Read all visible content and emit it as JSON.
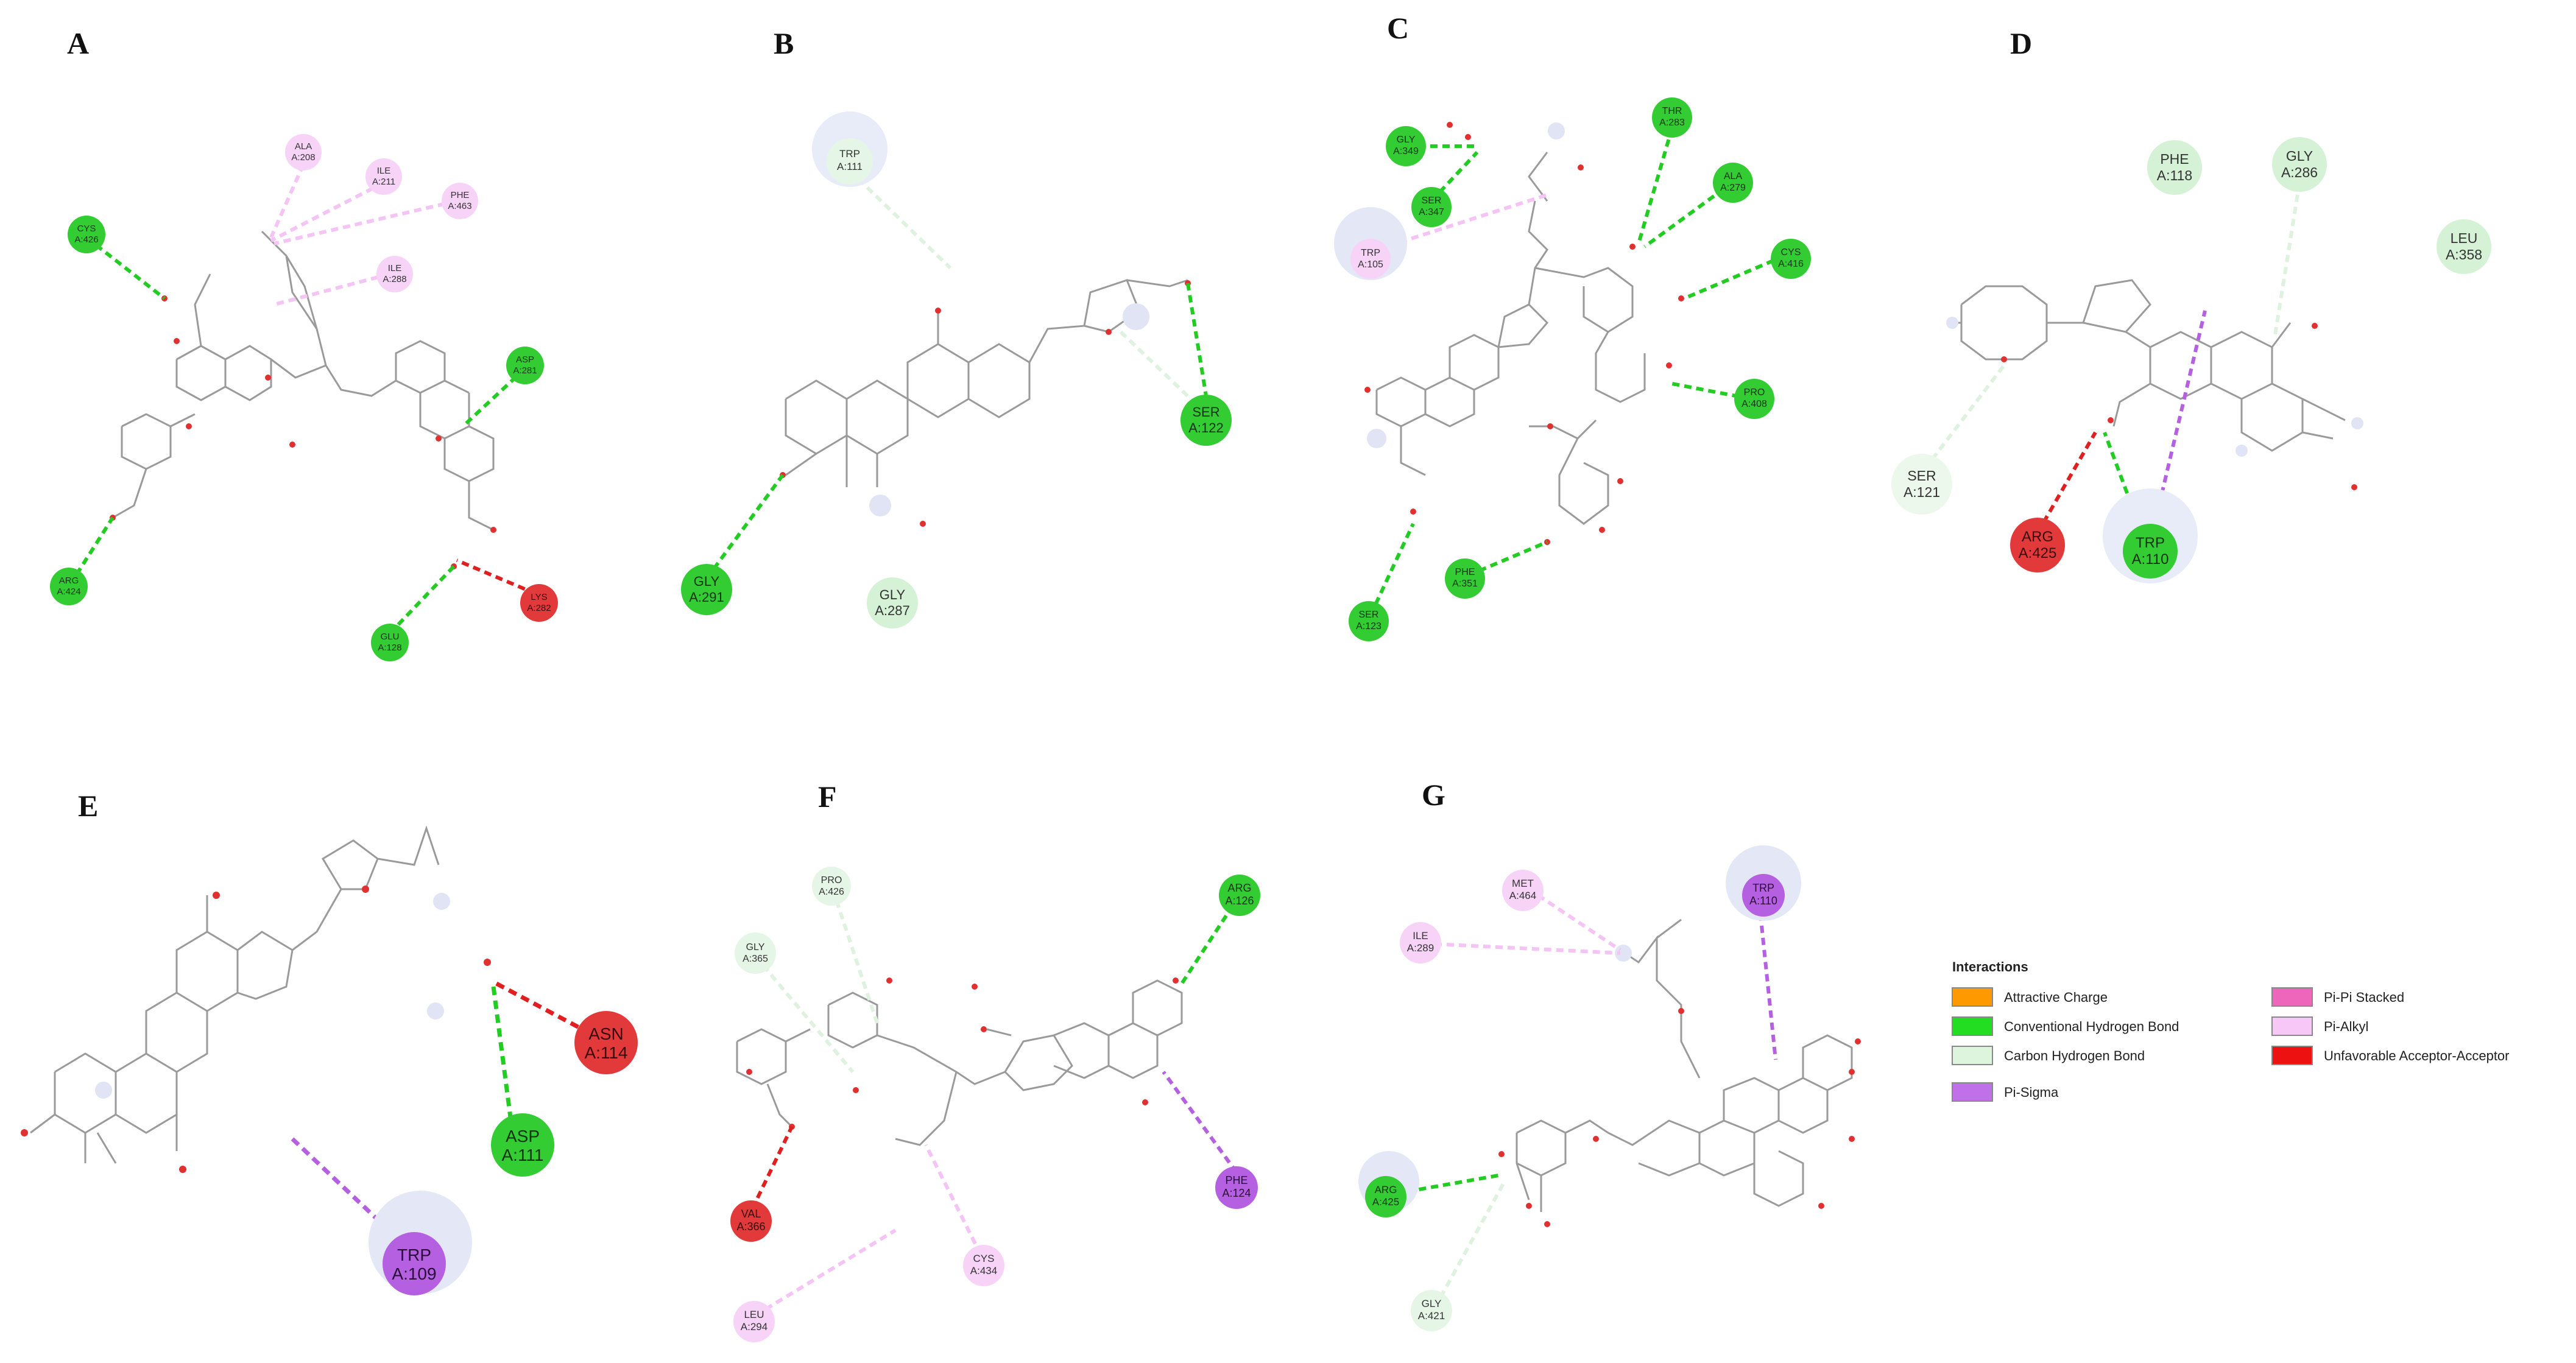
{
  "colors": {
    "conventional_hbond": "#22cc22",
    "carbon_hbond": "#d8f2d8",
    "pi_sigma": "#b460e0",
    "pi_alkyl": "#f4c4f4",
    "unfavorable": "#e02020",
    "attractive_charge": "#ff9900",
    "pi_pi_stacked": "#ee66bb",
    "bond_line": "#9a9a9a",
    "oxygen": "#e03030",
    "solvent_halo": "#dfe6f6"
  },
  "legend": {
    "title": "Interactions",
    "items": [
      {
        "label": "Attractive Charge",
        "color": "#ff9900"
      },
      {
        "label": "Conventional Hydrogen Bond",
        "color": "#22dd22"
      },
      {
        "label": "Carbon Hydrogen Bond",
        "color": "#dcf5dc"
      },
      {
        "label": "Pi-Sigma",
        "color": "#c070e8"
      },
      {
        "label": "Pi-Pi Stacked",
        "color": "#ee66bb"
      },
      {
        "label": "Pi-Alkyl",
        "color": "#f7c8f7"
      },
      {
        "label": "Unfavorable Acceptor-Acceptor",
        "color": "#ee1111"
      }
    ]
  },
  "panels": [
    {
      "id": "A",
      "label": "A",
      "residues": [
        {
          "line1": "ALA",
          "line2": "A:208",
          "type": "pi_alkyl"
        },
        {
          "line1": "ILE",
          "line2": "A:211",
          "type": "pi_alkyl"
        },
        {
          "line1": "PHE",
          "line2": "A:463",
          "type": "pi_alkyl"
        },
        {
          "line1": "ILE",
          "line2": "A:288",
          "type": "pi_alkyl"
        },
        {
          "line1": "CYS",
          "line2": "A:426",
          "type": "conventional"
        },
        {
          "line1": "ASP",
          "line2": "A:281",
          "type": "conventional"
        },
        {
          "line1": "ARG",
          "line2": "A:424",
          "type": "conventional"
        },
        {
          "line1": "GLU",
          "line2": "A:128",
          "type": "conventional"
        },
        {
          "line1": "LYS",
          "line2": "A:282",
          "type": "unfavorable"
        }
      ]
    },
    {
      "id": "B",
      "label": "B",
      "residues": [
        {
          "line1": "TRP",
          "line2": "A:111",
          "type": "carbon"
        },
        {
          "line1": "SER",
          "line2": "A:122",
          "type": "conventional"
        },
        {
          "line1": "GLY",
          "line2": "A:291",
          "type": "conventional"
        },
        {
          "line1": "GLY",
          "line2": "A:287",
          "type": "carbon"
        }
      ]
    },
    {
      "id": "C",
      "label": "C",
      "residues": [
        {
          "line1": "GLY",
          "line2": "A:349",
          "type": "conventional"
        },
        {
          "line1": "SER",
          "line2": "A:347",
          "type": "conventional"
        },
        {
          "line1": "TRP",
          "line2": "A:105",
          "type": "pi_alkyl"
        },
        {
          "line1": "THR",
          "line2": "A:283",
          "type": "conventional"
        },
        {
          "line1": "ALA",
          "line2": "A:279",
          "type": "conventional"
        },
        {
          "line1": "CYS",
          "line2": "A:416",
          "type": "conventional"
        },
        {
          "line1": "PRO",
          "line2": "A:408",
          "type": "conventional"
        },
        {
          "line1": "PHE",
          "line2": "A:351",
          "type": "conventional"
        },
        {
          "line1": "SER",
          "line2": "A:123",
          "type": "conventional"
        }
      ]
    },
    {
      "id": "D",
      "label": "D",
      "residues": [
        {
          "line1": "PHE",
          "line2": "A:118",
          "type": "carbon"
        },
        {
          "line1": "GLY",
          "line2": "A:286",
          "type": "carbon"
        },
        {
          "line1": "LEU",
          "line2": "A:358",
          "type": "carbon"
        },
        {
          "line1": "SER",
          "line2": "A:121",
          "type": "carbon"
        },
        {
          "line1": "ARG",
          "line2": "A:425",
          "type": "unfavorable"
        },
        {
          "line1": "TRP",
          "line2": "A:110",
          "type": "conventional"
        }
      ]
    },
    {
      "id": "E",
      "label": "E",
      "residues": [
        {
          "line1": "ASN",
          "line2": "A:114",
          "type": "unfavorable"
        },
        {
          "line1": "ASP",
          "line2": "A:111",
          "type": "conventional"
        },
        {
          "line1": "TRP",
          "line2": "A:109",
          "type": "pi_sigma"
        }
      ]
    },
    {
      "id": "F",
      "label": "F",
      "residues": [
        {
          "line1": "PRO",
          "line2": "A:426",
          "type": "carbon"
        },
        {
          "line1": "GLY",
          "line2": "A:365",
          "type": "carbon"
        },
        {
          "line1": "ARG",
          "line2": "A:126",
          "type": "conventional"
        },
        {
          "line1": "PHE",
          "line2": "A:124",
          "type": "pi_sigma"
        },
        {
          "line1": "VAL",
          "line2": "A:366",
          "type": "unfavorable"
        },
        {
          "line1": "CYS",
          "line2": "A:434",
          "type": "pi_alkyl"
        },
        {
          "line1": "LEU",
          "line2": "A:294",
          "type": "pi_alkyl"
        }
      ]
    },
    {
      "id": "G",
      "label": "G",
      "residues": [
        {
          "line1": "MET",
          "line2": "A:464",
          "type": "pi_alkyl"
        },
        {
          "line1": "ILE",
          "line2": "A:289",
          "type": "pi_alkyl"
        },
        {
          "line1": "TRP",
          "line2": "A:110",
          "type": "pi_sigma"
        },
        {
          "line1": "ARG",
          "line2": "A:425",
          "type": "conventional"
        },
        {
          "line1": "GLY",
          "line2": "A:421",
          "type": "carbon"
        }
      ]
    }
  ]
}
